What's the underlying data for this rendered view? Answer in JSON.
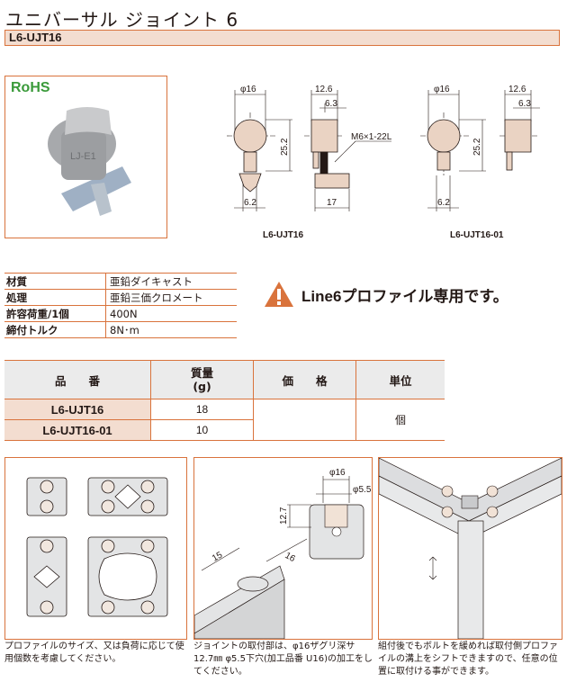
{
  "title": "ユニバーサル ジョイント 6",
  "model_bar": "L6-UJT16",
  "photo": {
    "badge": "RoHS"
  },
  "drawings": [
    {
      "label": "L6-UJT16",
      "dia": "φ16",
      "width": "12.6",
      "half": "6.3",
      "height": "25.2",
      "neck": "6.2",
      "bolt": "M6×1-22L",
      "nut": "17"
    },
    {
      "label": "L6-UJT16-01",
      "dia": "φ16",
      "width": "12.6",
      "half": "6.3",
      "height": "25.2",
      "neck": "6.2"
    }
  ],
  "spec": [
    {
      "k": "材質",
      "v": "亜鉛ダイキャスト"
    },
    {
      "k": "処理",
      "v": "亜鉛三価クロメート"
    },
    {
      "k": "許容荷重/1個",
      "v": "400N"
    },
    {
      "k": "締付トルク",
      "v": "8N･m"
    }
  ],
  "warning": "Line6プロファイル専用です。",
  "accent": "#d9733c",
  "table": {
    "headers": [
      "品　　番",
      "質量\n(g)",
      "価　　格",
      "単位"
    ],
    "rows": [
      {
        "part": "L6-UJT16",
        "mass": "18"
      },
      {
        "part": "L6-UJT16-01",
        "mass": "10"
      }
    ],
    "price": "",
    "unit": "個"
  },
  "panel2": {
    "dia": "φ16",
    "hole": "φ5.5",
    "depth": "12.7",
    "d15": "15",
    "d16": "16"
  },
  "captions": [
    "プロファイルのサイズ、又は負荷に応じて使用個数を考慮してください。",
    "ジョイントの取付部は、φ16ザグリ深サ12.7㎜ φ5.5下穴(加工品番 U16)の加工をしてください。",
    "組付後でもボルトを緩めれば取付側プロファイルの溝上をシフトできますので、任意の位置に取付ける事ができます。"
  ]
}
